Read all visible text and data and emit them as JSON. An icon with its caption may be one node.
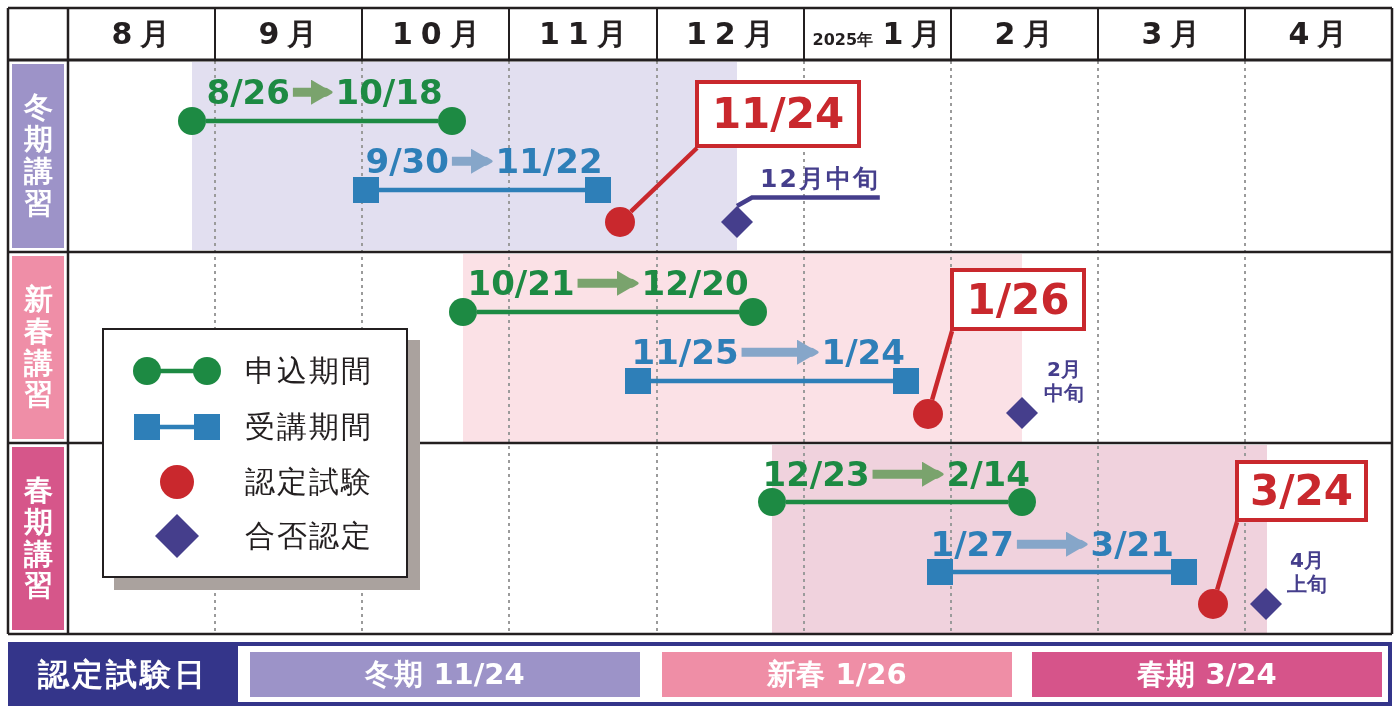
{
  "diagram": {
    "nodes": [
      {
        "text": [
          "冬期講習"
        ]
      },
      {
        "text": [
          "8/26"
        ]
      },
      {
        "text": [
          "10/18"
        ]
      },
      {
        "text": [],
        "shape": "circle"
      },
      {
        "text": [],
        "shape": "circle"
      },
      {
        "text": [
          "11/24"
        ]
      },
      {
        "text": [
          "9/30"
        ]
      },
      {
        "text": [
          "11/22"
        ]
      },
      {
        "text": [
          "12月中旬"
        ]
      },
      {
        "text": [],
        "shape": "box"
      },
      {
        "text": [],
        "shape": "box"
      },
      {
        "text": [],
        "shape": "circle"
      },
      {
        "text": [],
        "shape": "diamond"
      },
      {
        "text": [
          "新春講習"
        ]
      },
      {
        "text": [
          "10/21"
        ]
      },
      {
        "text": [
          "12/20"
        ]
      },
      {
        "text": [],
        "shape": "circle"
      },
      {
        "text": [],
        "shape": "circle"
      },
      {
        "text": [
          "1/26"
        ]
      },
      {
        "text": [
          "11/25"
        ]
      },
      {
        "text": [
          "1/24"
        ]
      },
      {
        "text": [],
        "shape": "box"
      },
      {
        "text": [],
        "shape": "box"
      },
      {
        "text": [],
        "shape": "circle"
      },
      {
        "text": [],
        "shape": "diamond",
        "beside": [
          "2月中旬"
        ]
      },
      {
        "text": [
          "春期講習"
        ]
      },
      {
        "text": [
          "12/23"
        ]
      },
      {
        "text": [
          "2/14"
        ]
      },
      {
        "text": [],
        "shape": "circle"
      },
      {
        "text": [],
        "shape": "circle"
      },
      {
        "text": [
          "3/24"
        ]
      },
      {
        "text": [
          "1/27"
        ]
      },
      {
        "text": [
          "3/21"
        ]
      },
      {
        "text": [],
        "shape": "box"
      },
      {
        "text": [],
        "shape": "box"
      },
      {
        "text": [],
        "shape": "circle"
      },
      {
        "text": [],
        "shape": "diamond",
        "beside": [
          "4月上旬"
        ]
      },
      {
        "text": [
          "認定試験日"
        ]
      },
      {
        "text": [
          "冬期 11/24"
        ],
        "in": 37
      },
      {
        "text": [
          "新春 1/26"
        ],
        "in": 37
      },
      {
        "text": [
          "春期 3/24"
        ],
        "in": 37
      }
    ],
    "edges": [
      {
        "from": 1,
        "to": 2,
        "arrow": "to",
        "style": "thick",
        "color": "#7aa36d"
      },
      {
        "from": 3,
        "to": 4,
        "arrow": "none",
        "color": "#1d8a43"
      },
      {
        "from": 6,
        "to": 7,
        "arrow": "to",
        "style": "thick",
        "color": "#86a6c9"
      },
      {
        "from": 9,
        "to": 10,
        "arrow": "none",
        "color": "#2e7fb8"
      },
      {
        "from": 5,
        "to": 11,
        "arrow": "none",
        "color": "#c9282d"
      },
      {
        "from": 8,
        "to": 12,
        "arrow": "none",
        "color": "#453e8c"
      },
      {
        "from": 14,
        "to": 15,
        "arrow": "to",
        "style": "thick",
        "color": "#7aa36d"
      },
      {
        "from": 16,
        "to": 17,
        "arrow": "none",
        "color": "#1d8a43"
      },
      {
        "from": 19,
        "to": 20,
        "arrow": "to",
        "style": "thick",
        "color": "#86a6c9"
      },
      {
        "from": 21,
        "to": 22,
        "arrow": "none",
        "color": "#2e7fb8"
      },
      {
        "from": 18,
        "to": 23,
        "arrow": "none",
        "color": "#c9282d"
      },
      {
        "from": 26,
        "to": 27,
        "arrow": "to",
        "style": "thick",
        "color": "#7aa36d"
      },
      {
        "from": 28,
        "to": 29,
        "arrow": "none",
        "color": "#1d8a43"
      },
      {
        "from": 31,
        "to": 32,
        "arrow": "to",
        "style": "thick",
        "color": "#86a6c9"
      },
      {
        "from": 33,
        "to": 34,
        "arrow": "none",
        "color": "#2e7fb8"
      },
      {
        "from": 30,
        "to": 35,
        "arrow": "none",
        "color": "#c9282d"
      }
    ],
    "labels": [
      "8月",
      "9月",
      "10月",
      "11月",
      "12月",
      "2025年",
      "1月",
      "2月",
      "3月",
      "4月"
    ],
    "legend": [
      {
        "text": "申込期間"
      },
      {
        "text": "受講期間"
      },
      {
        "text": "認定試験"
      },
      {
        "text": "合否認定"
      }
    ]
  }
}
